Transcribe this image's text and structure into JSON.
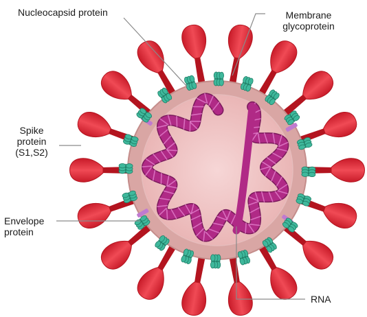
{
  "labels": {
    "nucleocapsid": "Nucleocapsid protein",
    "membrane": [
      "Membrane",
      "glycoprotein"
    ],
    "spike": [
      "Spike",
      "protein",
      "(S1,S2)"
    ],
    "envelope": [
      "Envelope",
      "protein"
    ],
    "rna": "RNA"
  },
  "colors": {
    "spike": "#e8303c",
    "spike_dark": "#b3141f",
    "envelope_ring": "#d9a6a4",
    "interior": "#f2c9c8",
    "membrane_protein": "#3fb89c",
    "rna_helix": "#b02a86",
    "envelope_protein": "#c07ad0",
    "leader_line": "#8a8a8a"
  }
}
